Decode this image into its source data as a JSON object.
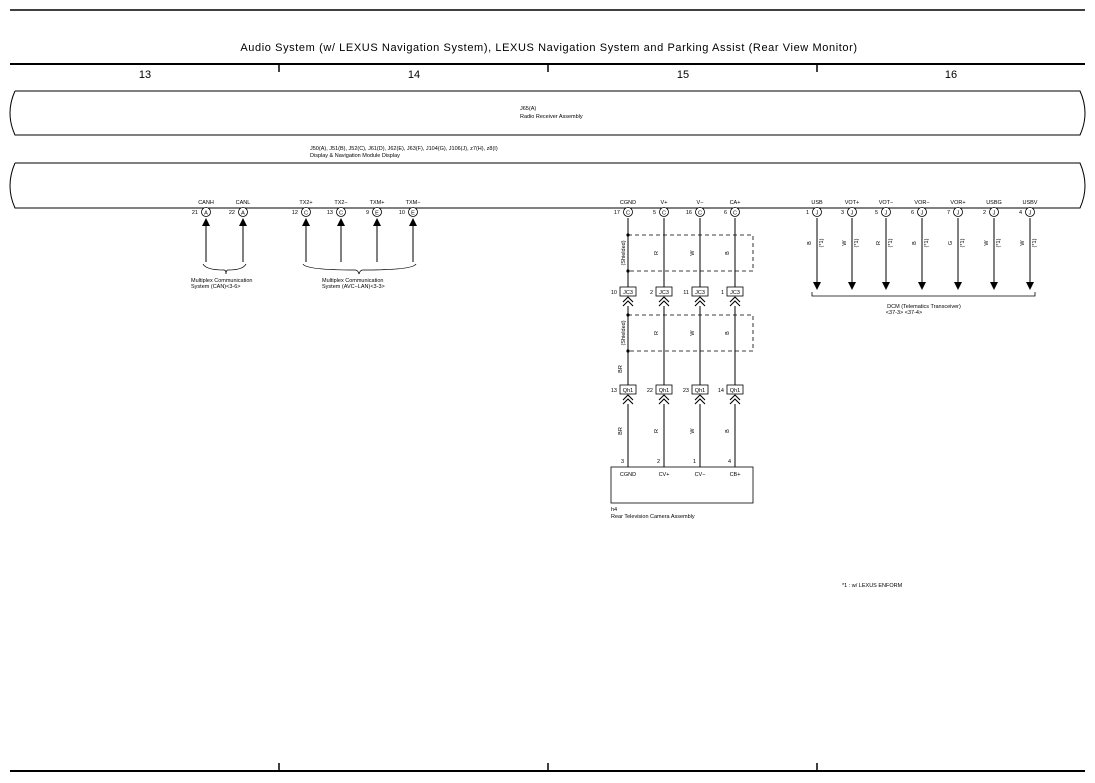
{
  "title": "Audio System (w/ LEXUS Navigation System),  LEXUS Navigation System and Parking Assist (Rear View Monitor)",
  "columns": [
    "13",
    "14",
    "15",
    "16"
  ],
  "radio_receiver": {
    "code": "J65(A)",
    "name": "Radio Receiver Assembly"
  },
  "display_module": {
    "codes": "J50(A), J51(B), J52(C), J61(D), J62(E), J63(F), J104(G), J106(J), z7(H), z8(I)",
    "name": "Display & Navigation Module Display"
  },
  "pins": [
    {
      "name": "CANH",
      "num": "21",
      "conn": "A"
    },
    {
      "name": "CANL",
      "num": "22",
      "conn": "A"
    },
    {
      "name": "TX2+",
      "num": "12",
      "conn": "C"
    },
    {
      "name": "TX2−",
      "num": "13",
      "conn": "C"
    },
    {
      "name": "TXM+",
      "num": "9",
      "conn": "E"
    },
    {
      "name": "TXM−",
      "num": "10",
      "conn": "E"
    },
    {
      "name": "CGND",
      "num": "17",
      "conn": "C"
    },
    {
      "name": "V+",
      "num": "5",
      "conn": "C"
    },
    {
      "name": "V−",
      "num": "16",
      "conn": "C"
    },
    {
      "name": "CA+",
      "num": "6",
      "conn": "C"
    },
    {
      "name": "USB",
      "num": "1",
      "conn": "J"
    },
    {
      "name": "VOT+",
      "num": "3",
      "conn": "J"
    },
    {
      "name": "VOT−",
      "num": "5",
      "conn": "J"
    },
    {
      "name": "VOR−",
      "num": "6",
      "conn": "J"
    },
    {
      "name": "VOR+",
      "num": "7",
      "conn": "J"
    },
    {
      "name": "USBG",
      "num": "2",
      "conn": "J"
    },
    {
      "name": "USBV",
      "num": "4",
      "conn": "J"
    }
  ],
  "can_ref": {
    "line1": "Multiplex Communication",
    "line2": "System (CAN)<3-6>"
  },
  "avc_ref": {
    "line1": "Multiplex Communication",
    "line2": "System (AVC−LAN)<3-3>"
  },
  "shielded_label": "(Shielded)",
  "wire_colors": {
    "cam_top": [
      "R",
      "W",
      "B"
    ],
    "cam_mid": [
      "R",
      "W",
      "B"
    ],
    "cam_low": [
      "BR",
      "R",
      "W",
      "B"
    ],
    "cgnd_between": "BR",
    "dcm": [
      "B",
      "W",
      "R",
      "B",
      "G",
      "W",
      "W"
    ]
  },
  "dcm_note_mark": "(*1)",
  "junction_jc3": {
    "nums": [
      "10",
      "2",
      "11",
      "1"
    ],
    "label": "JC3"
  },
  "junction_qh1": {
    "nums": [
      "13",
      "22",
      "23",
      "14"
    ],
    "label": "Qh1"
  },
  "camera": {
    "pins": [
      "3",
      "2",
      "1",
      "4"
    ],
    "names": [
      "CGND",
      "CV+",
      "CV−",
      "CB+"
    ],
    "code": "h4",
    "name": "Rear Television Camera Assembly"
  },
  "dcm": {
    "line1": "DCM (Telematics Transceiver)",
    "line2": "<37-3> <37-4>"
  },
  "footnote": "*1 : w/ LEXUS ENFORM"
}
